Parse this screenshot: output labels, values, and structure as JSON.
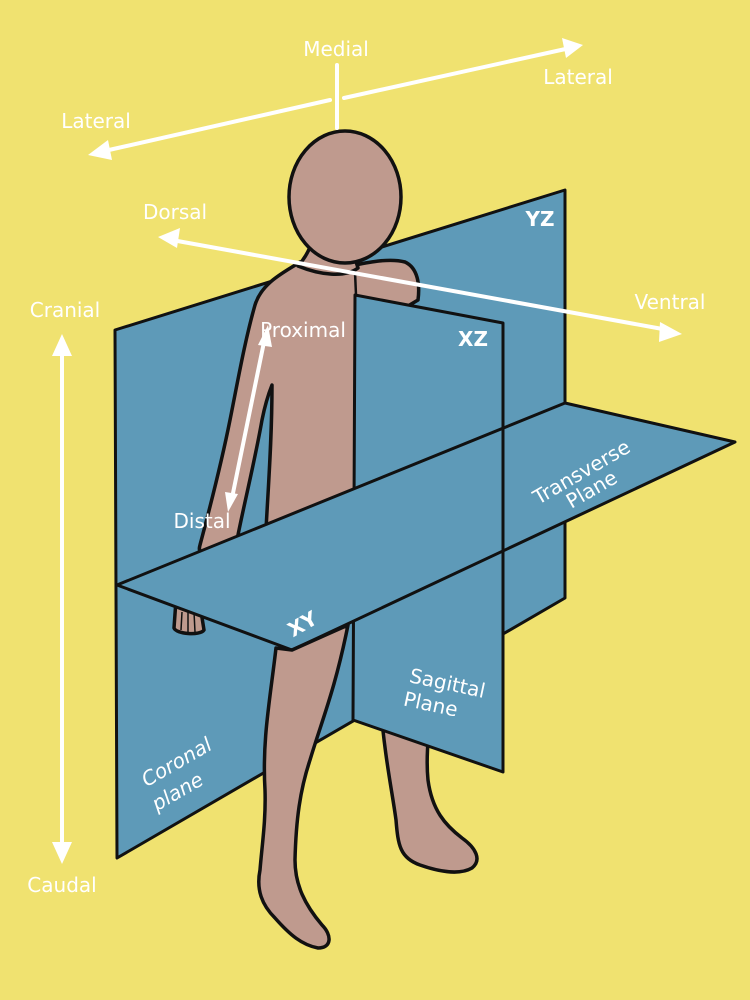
{
  "colors": {
    "background": "#F0E270",
    "plane": "#5E9AB8",
    "skin": "#BF9A8E",
    "outline": "#111111",
    "label": "#FFFFFF"
  },
  "directions": {
    "medial": "Medial",
    "lateral_left": "Lateral",
    "lateral_right": "Lateral",
    "dorsal": "Dorsal",
    "ventral": "Ventral",
    "cranial": "Cranial",
    "caudal": "Caudal",
    "proximal": "Proximal",
    "distal": "Distal"
  },
  "planes": {
    "yz": "YZ",
    "xz": "XZ",
    "xy": "XY",
    "transverse_line1": "Transverse",
    "transverse_line2": "Plane",
    "sagittal_line1": "Sagittal",
    "sagittal_line2": "Plane",
    "coronal_line1": "Coronal",
    "coronal_line2": "plane"
  }
}
